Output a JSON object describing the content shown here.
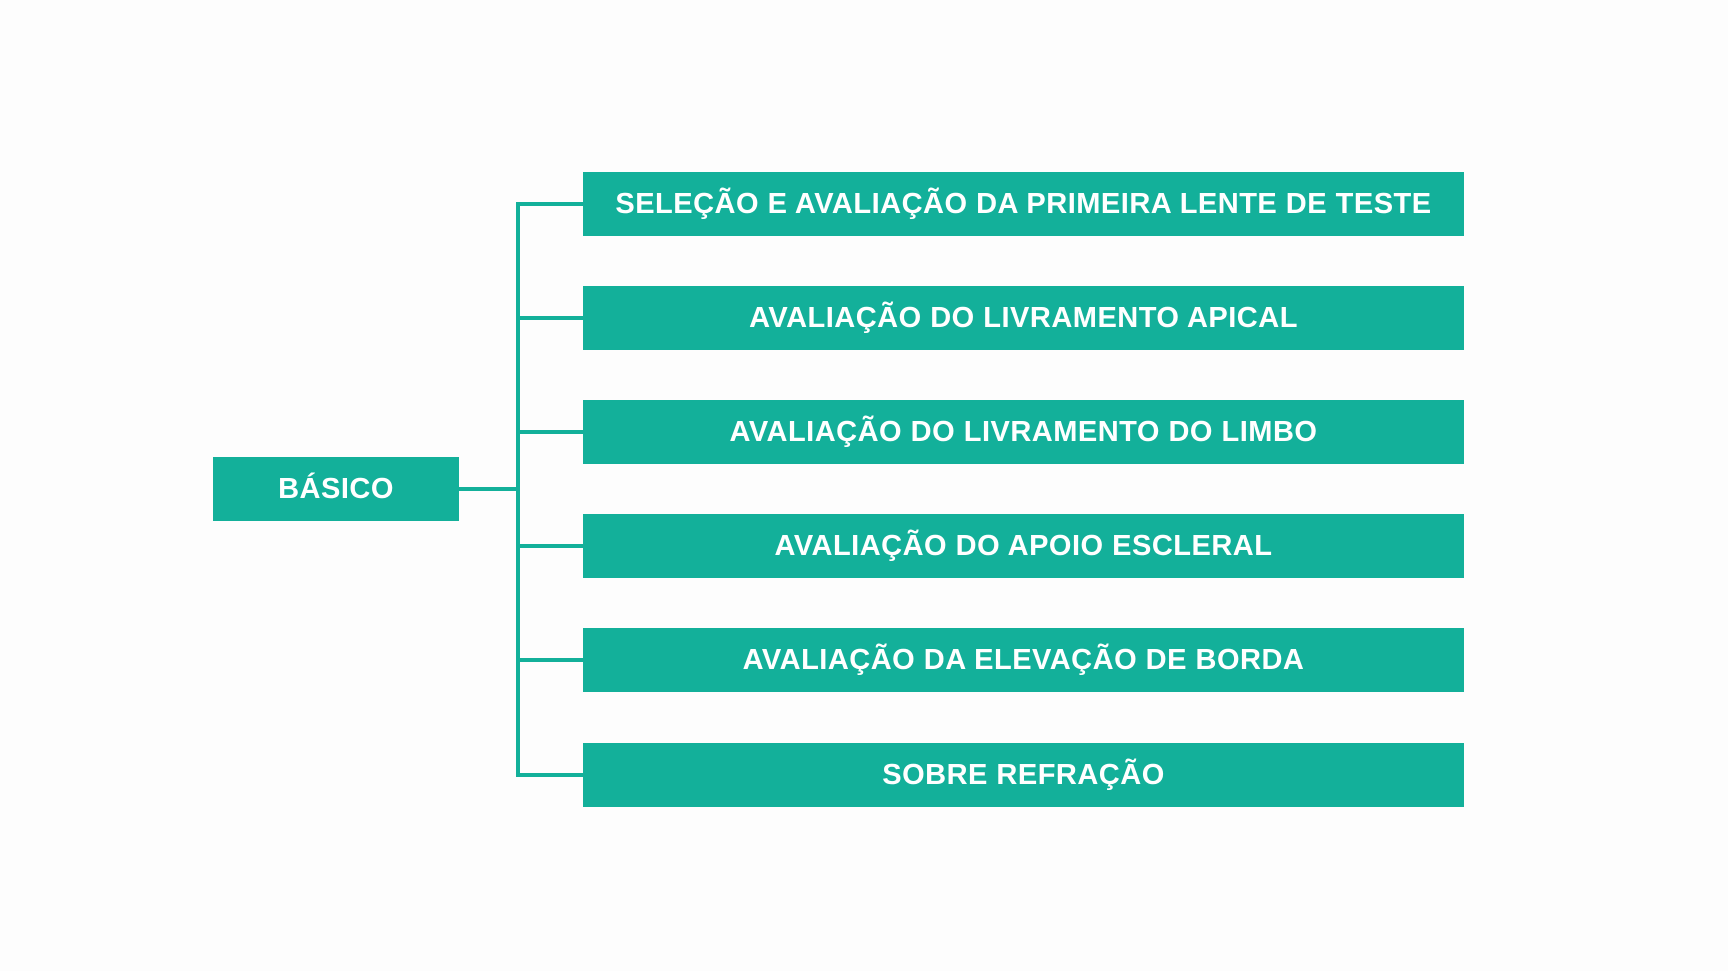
{
  "diagram": {
    "root": {
      "label": "BÁSICO"
    },
    "children": [
      {
        "label": "SELEÇÃO E AVALIAÇÃO DA PRIMEIRA LENTE DE TESTE"
      },
      {
        "label": "AVALIAÇÃO DO LIVRAMENTO APICAL"
      },
      {
        "label": "AVALIAÇÃO DO LIVRAMENTO DO LIMBO"
      },
      {
        "label": "AVALIAÇÃO DO APOIO ESCLERAL"
      },
      {
        "label": "AVALIAÇÃO DA ELEVAÇÃO DE BORDA"
      },
      {
        "label": "SOBRE REFRAÇÃO"
      }
    ],
    "colors": {
      "box_fill": "#13b09a",
      "text": "#ffffff",
      "connector": "#13b09a",
      "background": "#fdfdfd"
    }
  }
}
